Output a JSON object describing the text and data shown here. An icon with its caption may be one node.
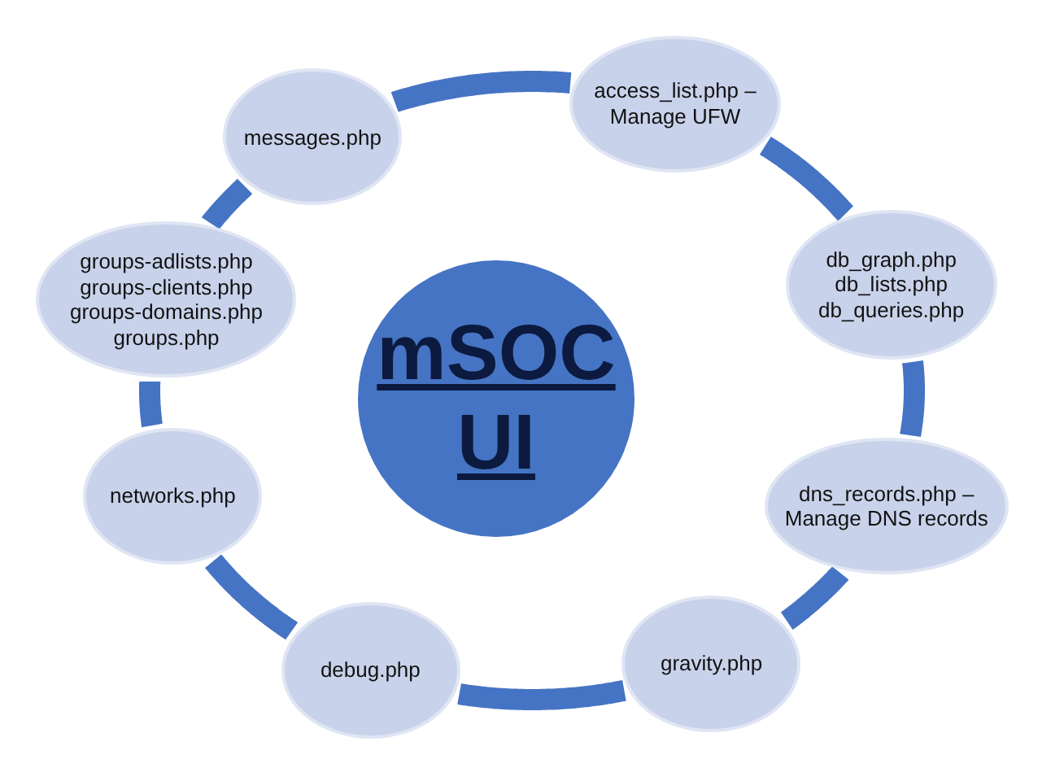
{
  "diagram": {
    "nodes": [
      {
        "text": [
          "messages.php"
        ]
      },
      {
        "text": [
          "access_list.php – Manage UFW"
        ]
      },
      {
        "text": [
          "groups-adlists.php groups-clients.php groups-domains.php groups.php"
        ]
      },
      {
        "text": [
          "db_graph.php db_lists.php db_queries.php"
        ]
      },
      {
        "text": [
          "mSOC UI"
        ]
      },
      {
        "text": [
          "networks.php"
        ]
      },
      {
        "text": [
          "dns_records.php – Manage DNS records"
        ]
      },
      {
        "text": [
          "debug.php"
        ]
      },
      {
        "text": [
          "gravity.php"
        ]
      }
    ],
    "edges": [
      {
        "from": 0,
        "to": 1,
        "arrow": "none"
      },
      {
        "from": 1,
        "to": 3,
        "arrow": "none"
      },
      {
        "from": 3,
        "to": 6,
        "arrow": "none"
      },
      {
        "from": 6,
        "to": 8,
        "arrow": "none"
      },
      {
        "from": 8,
        "to": 7,
        "arrow": "none"
      },
      {
        "from": 7,
        "to": 5,
        "arrow": "none"
      },
      {
        "from": 5,
        "to": 2,
        "arrow": "none"
      },
      {
        "from": 2,
        "to": 0,
        "arrow": "none"
      }
    ]
  }
}
